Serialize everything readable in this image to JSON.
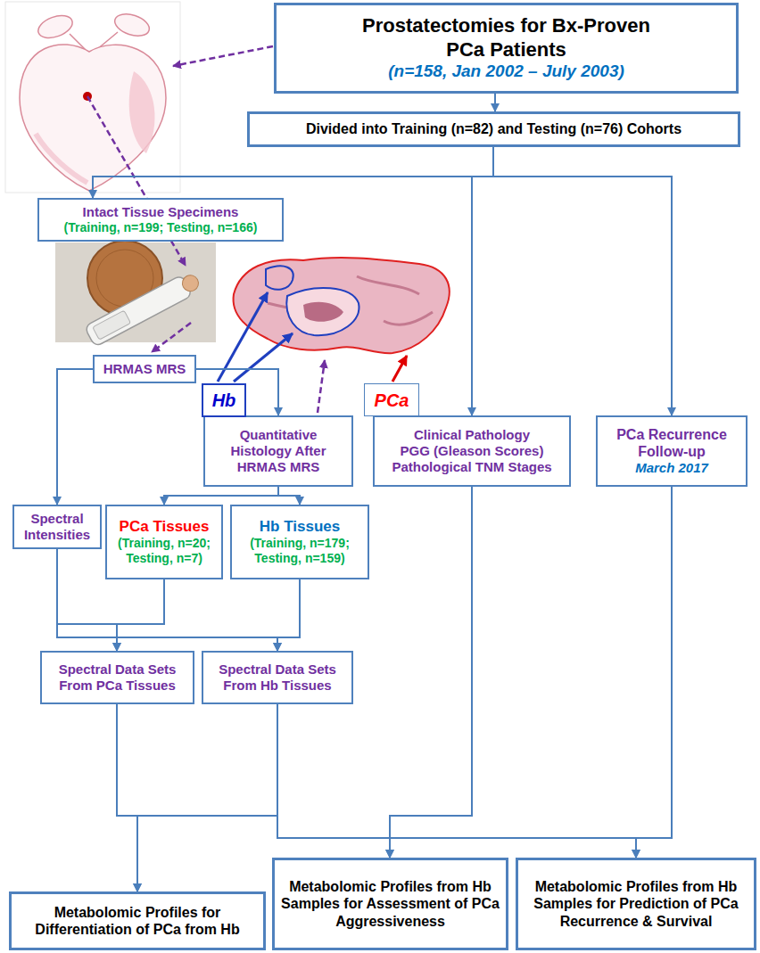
{
  "diagram": {
    "nodes": [
      {
        "text": [
          "Prostatectomies for Bx-Proven PCa Patients",
          "(n=158, Jan 2002 – July 2003)"
        ]
      },
      {
        "text": [
          "Divided into Training (n=82) and Testing (n=76) Cohorts"
        ]
      },
      {
        "text": [
          "Intact Tissue Specimens",
          "(Training, n=199; Testing, n=166)"
        ]
      },
      {
        "text": [
          "HRMAS MRS"
        ]
      },
      {
        "text": [
          "Quantitative Histology After HRMAS MRS"
        ]
      },
      {
        "text": [
          "Clinical Pathology",
          "PGG (Gleason Scores)",
          "Pathological TNM Stages"
        ]
      },
      {
        "text": [
          "PCa Recurrence Follow-up",
          "March 2017"
        ]
      },
      {
        "text": [
          "Spectral Intensities"
        ]
      },
      {
        "text": [
          "PCa Tissues",
          "(Training, n=20; Testing, n=7)"
        ]
      },
      {
        "text": [
          "Hb Tissues",
          "(Training, n=179; Testing, n=159)"
        ]
      },
      {
        "text": [
          "Spectral Data Sets From PCa Tissues"
        ]
      },
      {
        "text": [
          "Spectral Data Sets From Hb Tissues"
        ]
      },
      {
        "text": [
          "Metabolomic Profiles for Differentiation of PCa from Hb"
        ]
      },
      {
        "text": [
          "Metabolomic Profiles from Hb Samples for Assessment of PCa Aggressiveness"
        ]
      },
      {
        "text": [
          "Metabolomic Profiles from Hb Samples for Prediction of PCa Recurrence & Survival"
        ]
      },
      {
        "text": [
          "Hb"
        ]
      },
      {
        "text": [
          "PCa"
        ]
      }
    ],
    "edges": [
      {
        "from": 0,
        "to": 1,
        "arrow": "to"
      },
      {
        "from": 1,
        "to": 2,
        "arrow": "to"
      },
      {
        "from": 1,
        "to": 5,
        "arrow": "to"
      },
      {
        "from": 1,
        "to": 6,
        "arrow": "to"
      },
      {
        "from": 3,
        "to": 7,
        "arrow": "to"
      },
      {
        "from": 3,
        "to": 4,
        "arrow": "to"
      },
      {
        "from": 4,
        "to": 8,
        "arrow": "to"
      },
      {
        "from": 4,
        "to": 9,
        "arrow": "to"
      },
      {
        "from": 7,
        "to": 10,
        "arrow": "to"
      },
      {
        "from": 8,
        "to": 10,
        "arrow": "to"
      },
      {
        "from": 7,
        "to": 11,
        "arrow": "to"
      },
      {
        "from": 9,
        "to": 11,
        "arrow": "to"
      },
      {
        "from": 10,
        "to": 12,
        "arrow": "to"
      },
      {
        "from": 11,
        "to": 12,
        "arrow": "to"
      },
      {
        "from": 11,
        "to": 13,
        "arrow": "to"
      },
      {
        "from": 5,
        "to": 13,
        "arrow": "to"
      },
      {
        "from": 11,
        "to": 14,
        "arrow": "to"
      },
      {
        "from": 6,
        "to": 14,
        "arrow": "to"
      }
    ]
  }
}
